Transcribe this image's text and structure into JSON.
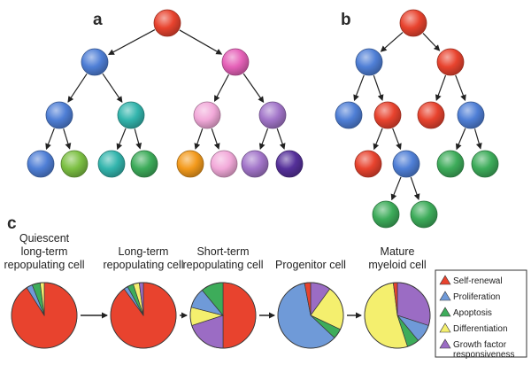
{
  "panels": {
    "a": "a",
    "b": "b",
    "c": "c"
  },
  "colors": {
    "red": "#e8432e",
    "blue": "#4f7fd6",
    "pink": "#e561b8",
    "teal": "#33b5ad",
    "green": "#3dac5a",
    "lime": "#7cc043",
    "orange": "#f39a1c",
    "lightpink": "#f2a9d9",
    "purple": "#a275c9",
    "violet": "#55309a",
    "yellow": "#f4ef6e",
    "self_renewal": "#e8432e",
    "proliferation": "#6f9ad8",
    "apoptosis": "#3dac5a",
    "differentiation": "#f4ef6e",
    "growth_factor": "#9b6cc4"
  },
  "tree_a": {
    "nodes": [
      {
        "id": "r",
        "color": "red"
      },
      {
        "id": "l",
        "color": "blue"
      },
      {
        "id": "rr",
        "color": "pink"
      },
      {
        "id": "ll",
        "color": "blue"
      },
      {
        "id": "lr",
        "color": "teal"
      },
      {
        "id": "rl",
        "color": "lightpink"
      },
      {
        "id": "rrr",
        "color": "purple"
      },
      {
        "id": "lll",
        "color": "blue"
      },
      {
        "id": "llr",
        "color": "lime"
      },
      {
        "id": "lrl",
        "color": "teal"
      },
      {
        "id": "lrr",
        "color": "green"
      },
      {
        "id": "rll",
        "color": "orange"
      },
      {
        "id": "rlr",
        "color": "lightpink"
      },
      {
        "id": "rrl",
        "color": "purple"
      },
      {
        "id": "rrrr",
        "color": "violet"
      }
    ]
  },
  "tree_b": {
    "nodes": [
      {
        "id": "r",
        "color": "red"
      },
      {
        "id": "l",
        "color": "blue"
      },
      {
        "id": "rr",
        "color": "red"
      },
      {
        "id": "ll",
        "color": "blue"
      },
      {
        "id": "lr",
        "color": "red"
      },
      {
        "id": "rl",
        "color": "red"
      },
      {
        "id": "rrr",
        "color": "blue"
      },
      {
        "id": "lrl",
        "color": "red"
      },
      {
        "id": "lrr",
        "color": "blue"
      },
      {
        "id": "rrl",
        "color": "green"
      },
      {
        "id": "rrrr",
        "color": "green"
      },
      {
        "id": "lrrl",
        "color": "green"
      },
      {
        "id": "lrrr",
        "color": "green"
      }
    ]
  },
  "stages": [
    {
      "label_lines": [
        "Quiescent",
        "long-term",
        "repopulating cell"
      ],
      "slices": [
        {
          "cat": "self_renewal",
          "value": 0.91
        },
        {
          "cat": "proliferation",
          "value": 0.03
        },
        {
          "cat": "apoptosis",
          "value": 0.04
        },
        {
          "cat": "differentiation",
          "value": 0.02
        }
      ]
    },
    {
      "label_lines": [
        "Long-term",
        "repopulating cell"
      ],
      "slices": [
        {
          "cat": "self_renewal",
          "value": 0.9
        },
        {
          "cat": "proliferation",
          "value": 0.02
        },
        {
          "cat": "apoptosis",
          "value": 0.03
        },
        {
          "cat": "differentiation",
          "value": 0.03
        },
        {
          "cat": "growth_factor",
          "value": 0.02
        }
      ]
    },
    {
      "label_lines": [
        "Short-term",
        "repopulating cell"
      ],
      "slices": [
        {
          "cat": "self_renewal",
          "value": 0.5
        },
        {
          "cat": "growth_factor",
          "value": 0.2
        },
        {
          "cat": "differentiation",
          "value": 0.09
        },
        {
          "cat": "proliferation",
          "value": 0.1
        },
        {
          "cat": "apoptosis",
          "value": 0.11
        }
      ]
    },
    {
      "label_lines": [
        "Progenitor cell"
      ],
      "slices": [
        {
          "cat": "growth_factor",
          "value": 0.1
        },
        {
          "cat": "differentiation",
          "value": 0.22
        },
        {
          "cat": "apoptosis",
          "value": 0.05
        },
        {
          "cat": "proliferation",
          "value": 0.6
        },
        {
          "cat": "self_renewal",
          "value": 0.03
        }
      ]
    },
    {
      "label_lines": [
        "Mature",
        "myeloid cell"
      ],
      "slices": [
        {
          "cat": "growth_factor",
          "value": 0.3
        },
        {
          "cat": "proliferation",
          "value": 0.09
        },
        {
          "cat": "apoptosis",
          "value": 0.06
        },
        {
          "cat": "differentiation",
          "value": 0.53
        },
        {
          "cat": "self_renewal",
          "value": 0.02
        }
      ]
    }
  ],
  "legend": [
    {
      "cat": "self_renewal",
      "lines": [
        "Self-renewal"
      ]
    },
    {
      "cat": "proliferation",
      "lines": [
        "Proliferation"
      ]
    },
    {
      "cat": "apoptosis",
      "lines": [
        "Apoptosis"
      ]
    },
    {
      "cat": "differentiation",
      "lines": [
        "Differentiation"
      ]
    },
    {
      "cat": "growth_factor",
      "lines": [
        "Growth factor",
        "responsiveness"
      ]
    }
  ]
}
